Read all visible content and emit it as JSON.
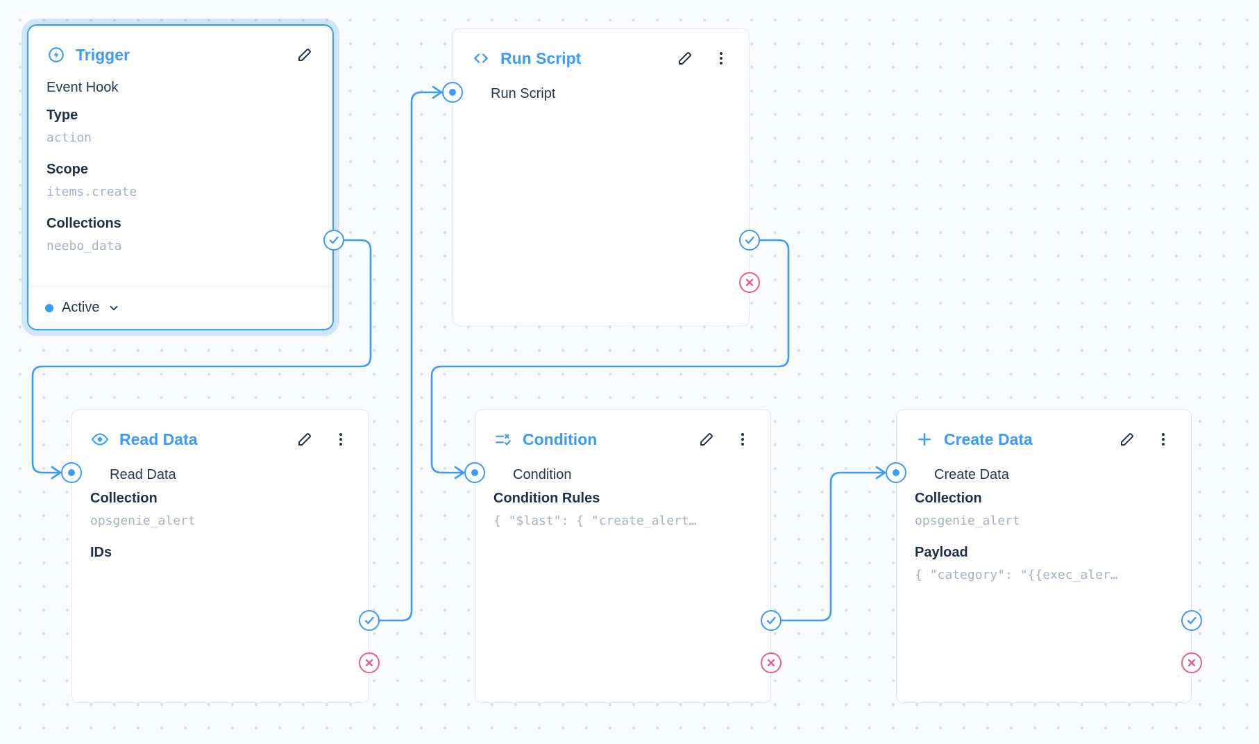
{
  "colors": {
    "accent_blue": "#3a9bfc",
    "reject_pink": "#ec5c8e",
    "label_text": "#1d3049",
    "muted_value": "#a6b1c8",
    "panel_border": "#e2e8ef",
    "dot_grid": "#d9dfe7"
  },
  "nodes": {
    "trigger": {
      "title": "Trigger",
      "icon": "bolt-circle-icon",
      "event": "Event Hook",
      "type_label": "Type",
      "type_value": "action",
      "scope_label": "Scope",
      "scope_value": "items.create",
      "collections_label": "Collections",
      "collections_value": "neebo_data",
      "status": "Active"
    },
    "run_script": {
      "title": "Run Script",
      "icon": "code-icon",
      "input_label": "Run Script"
    },
    "read_data": {
      "title": "Read Data",
      "icon": "eye-icon",
      "input_label": "Read Data",
      "collection_label": "Collection",
      "collection_value": "opsgenie_alert",
      "ids_label": "IDs"
    },
    "condition": {
      "title": "Condition",
      "icon": "rule-icon",
      "input_label": "Condition",
      "rules_label": "Condition Rules",
      "rules_value": "{ \"$last\": { \"create_alert…"
    },
    "create_data": {
      "title": "Create Data",
      "icon": "plus-icon",
      "input_label": "Create Data",
      "collection_label": "Collection",
      "collection_value": "opsgenie_alert",
      "payload_label": "Payload",
      "payload_value": "{ \"category\": \"{{exec_aler…"
    }
  },
  "connections": [
    {
      "from": "trigger",
      "port": "resolve",
      "to": "read_data"
    },
    {
      "from": "read_data",
      "port": "resolve",
      "to": "run_script"
    },
    {
      "from": "run_script",
      "port": "resolve",
      "to": "condition"
    },
    {
      "from": "condition",
      "port": "resolve",
      "to": "create_data"
    }
  ]
}
